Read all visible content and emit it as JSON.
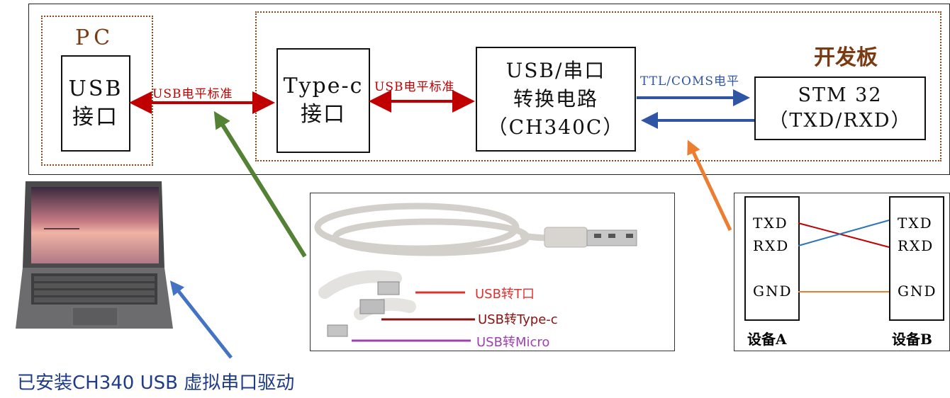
{
  "pc": {
    "group_label": "PC",
    "usb_port": [
      "USB",
      "接口"
    ]
  },
  "board": {
    "group_label": "开发板",
    "typec_port": [
      "Type-c",
      "接口"
    ],
    "converter": [
      "USB/串口",
      "转换电路",
      "（CH340C）"
    ],
    "mcu": [
      "STM 32",
      "（TXD/RXD）"
    ]
  },
  "links": {
    "pc_to_typec": "USB电平标准",
    "typec_to_converter": "USB电平标准",
    "converter_to_mcu": "TTL/COMS电平"
  },
  "cable_photo": {
    "legend": [
      {
        "text": "USB转T口",
        "color": "#e03030"
      },
      {
        "text": "USB转Type-c",
        "color": "#8b1010"
      },
      {
        "text": "USB转Micro",
        "color": "#a040b0"
      }
    ]
  },
  "wiring": {
    "device_a": {
      "pins": [
        "TXD",
        "RXD",
        "GND"
      ],
      "name": "设备A"
    },
    "device_b": {
      "pins": [
        "TXD",
        "RXD",
        "GND"
      ],
      "name": "设备B"
    }
  },
  "caption": "已安装CH340 USB 虚拟串口驱动",
  "colors": {
    "red_link": "#c00000",
    "blue_link": "#2f55a4",
    "green_arrow": "#548235",
    "orange_arrow": "#ed7d31",
    "blue_arrow": "#4472c4",
    "dotted_border": "#8a4a1c",
    "caption_text": "#1f3c88"
  }
}
